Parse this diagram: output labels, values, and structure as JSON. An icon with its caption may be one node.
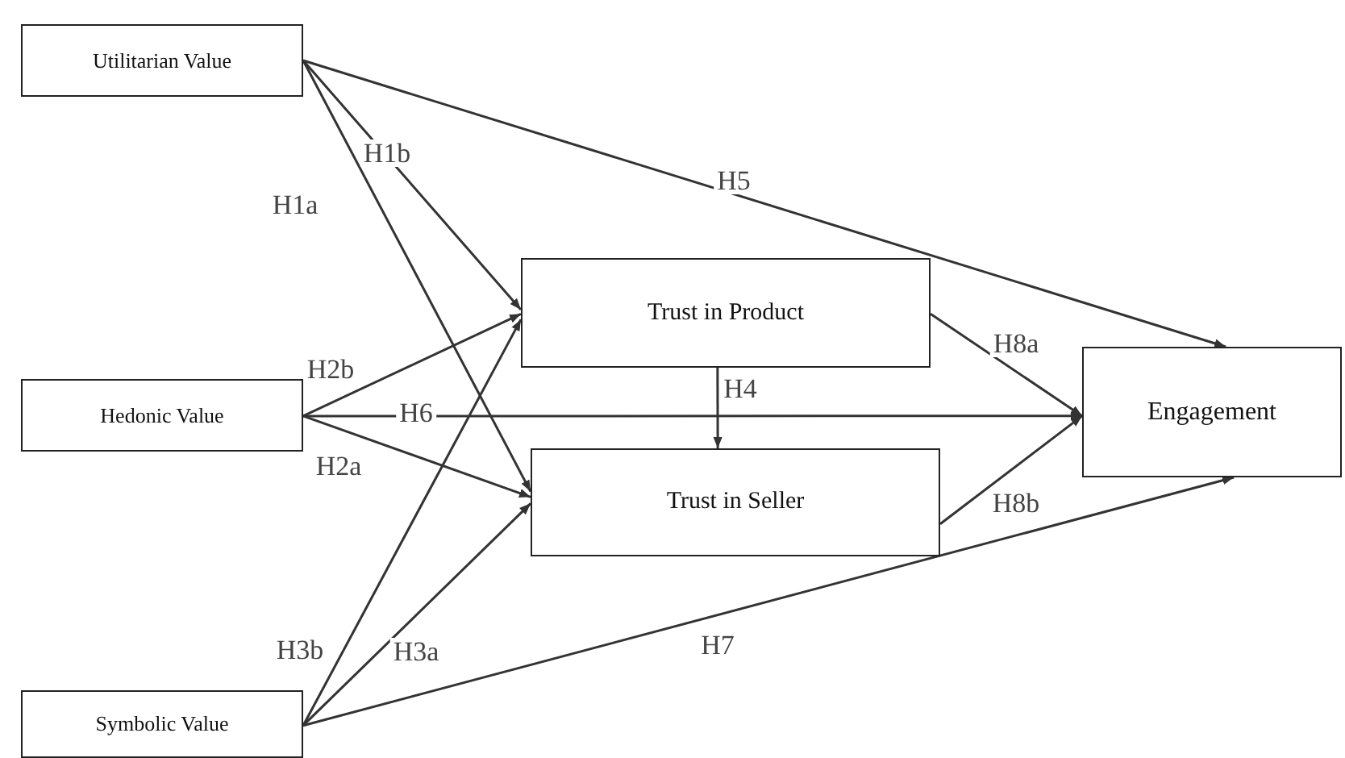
{
  "diagram": {
    "nodes": [
      {
        "text": [
          "Utilitarian Value"
        ]
      },
      {
        "text": [
          "Trust in Product"
        ]
      },
      {
        "text": [
          "Hedonic Value"
        ]
      },
      {
        "text": [
          "Engagement"
        ]
      },
      {
        "text": [
          "Trust in Seller"
        ]
      },
      {
        "text": [
          "Symbolic Value"
        ]
      }
    ],
    "edges": [
      {
        "from": 0,
        "to": 4,
        "arrow": "to",
        "label": "H1a"
      },
      {
        "from": 0,
        "to": 1,
        "arrow": "to",
        "label": "H1b"
      },
      {
        "from": 0,
        "to": 3,
        "arrow": "to",
        "label": "H5"
      },
      {
        "from": 2,
        "to": 1,
        "arrow": "to",
        "label": "H2b"
      },
      {
        "from": 2,
        "to": 4,
        "arrow": "to",
        "label": "H2a"
      },
      {
        "from": 2,
        "to": 3,
        "arrow": "to",
        "label": "H6"
      },
      {
        "from": 5,
        "to": 1,
        "arrow": "to",
        "label": "H3b"
      },
      {
        "from": 5,
        "to": 4,
        "arrow": "to",
        "label": "H3a"
      },
      {
        "from": 5,
        "to": 3,
        "arrow": "to",
        "label": "H7"
      },
      {
        "from": 1,
        "to": 4,
        "arrow": "to",
        "label": "H4"
      },
      {
        "from": 1,
        "to": 3,
        "arrow": "to",
        "label": "H8a"
      },
      {
        "from": 4,
        "to": 3,
        "arrow": "to",
        "label": "H8b"
      }
    ]
  }
}
